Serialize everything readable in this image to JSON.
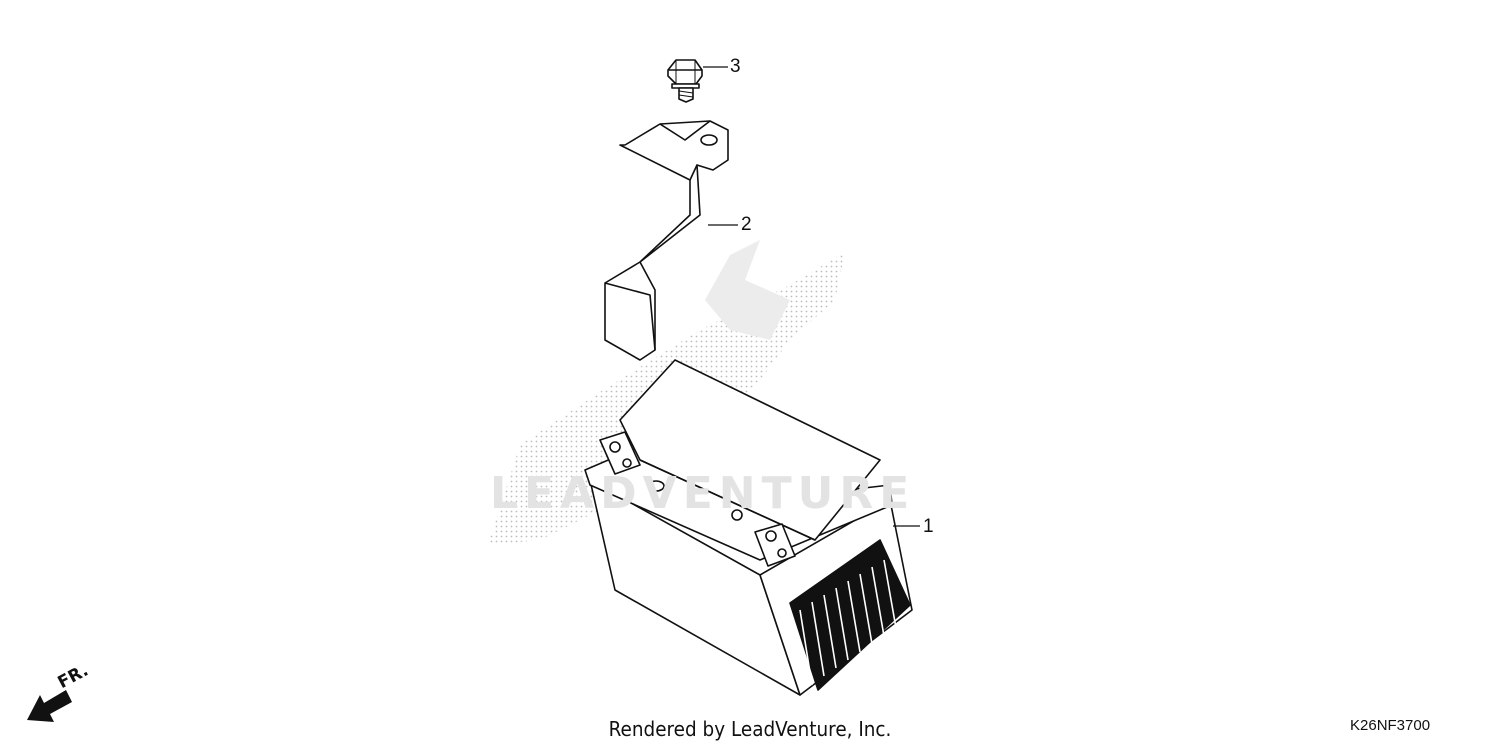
{
  "diagram": {
    "callouts": [
      {
        "number": "1",
        "part": "battery"
      },
      {
        "number": "2",
        "part": "battery-band"
      },
      {
        "number": "3",
        "part": "bolt"
      }
    ],
    "direction_label": "FR.",
    "watermark_text": "LEADVENTURE",
    "footer_text": "Rendered by LeadVenture, Inc.",
    "diagram_code": "K26NF3700"
  },
  "colors": {
    "line": "#111111",
    "watermark": "#e3e3e3",
    "background": "#ffffff"
  }
}
